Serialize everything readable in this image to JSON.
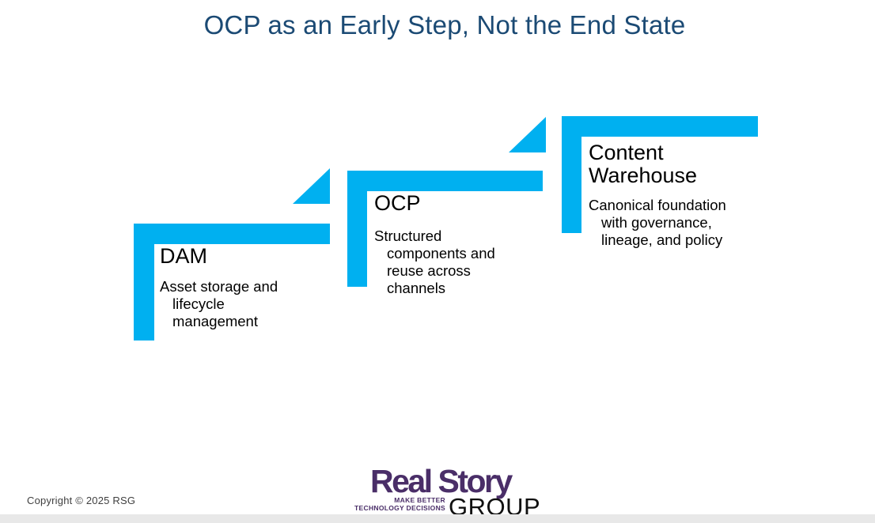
{
  "slide": {
    "title": "OCP as an Early Step, Not the End State",
    "copyright": "Copyright © 2025 RSG"
  },
  "steps": [
    {
      "title": "DAM",
      "description": "Asset storage and lifecycle management"
    },
    {
      "title": "OCP",
      "description": "Structured components and reuse across channels"
    },
    {
      "title": "Content Warehouse",
      "description": "Canonical foundation with governance, lineage, and policy"
    }
  ],
  "logo": {
    "brand_line": "Real Story",
    "group_line": "GROUP",
    "tagline_line1": "MAKE BETTER",
    "tagline_line2": "TECHNOLOGY DECISIONS"
  },
  "colors": {
    "step_fill": "#00b0f0",
    "slide_title": "#1b4a74",
    "logo_purple": "#4a2e68",
    "body_text": "#000000",
    "footer_bar": "#e8e8e8"
  }
}
